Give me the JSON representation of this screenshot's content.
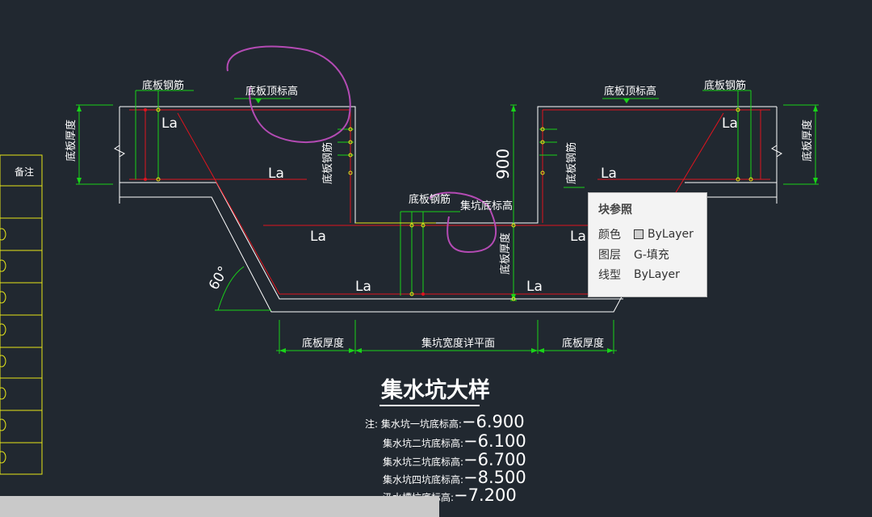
{
  "drawing": {
    "title": "集水坑大样",
    "labels": {
      "bottom_rebar_left": "底板钢筋",
      "bottom_rebar_right": "底板钢筋",
      "top_elev_left": "底板顶标高",
      "top_elev_right": "底板顶标高",
      "thickness_left": "底板厚度",
      "thickness_right": "底板厚度",
      "thickness_bottom_left": "底板厚度",
      "thickness_bottom_right": "底板厚度",
      "thickness_vertical": "底板厚度",
      "rebar_vertical_left": "底板钢筋",
      "rebar_vertical_right": "底板钢筋",
      "pit_rebar": "底板钢筋",
      "pit_elev": "集坑底标高",
      "pit_width": "集坑宽度详平面",
      "dim_900": "900",
      "angle": "60°",
      "la": "La"
    },
    "notes": [
      {
        "label": "注: 集水坑一坑底标高:",
        "value": "−6.900"
      },
      {
        "label": "集水坑二坑底标高:",
        "value": "−6.100"
      },
      {
        "label": "集水坑三坑底标高:",
        "value": "−6.700"
      },
      {
        "label": "集水坑四坑底标高:",
        "value": "−8.500"
      },
      {
        "label": "汲水槽坑底标高:",
        "value": "−7.200"
      }
    ],
    "side_table": {
      "header": "备注"
    }
  },
  "tooltip": {
    "title": "块参照",
    "rows": [
      {
        "key": "颜色",
        "value": "ByLayer",
        "swatch": true
      },
      {
        "key": "图层",
        "value": "G-填充"
      },
      {
        "key": "线型",
        "value": "ByLayer"
      }
    ]
  },
  "colors": {
    "background": "#212830",
    "rebar": "#e0141e",
    "dimension": "#19d219",
    "outline": "#ffffff",
    "table": "#e6e619",
    "annotation": "#b44bb4",
    "pit_line": "#e6e619"
  }
}
